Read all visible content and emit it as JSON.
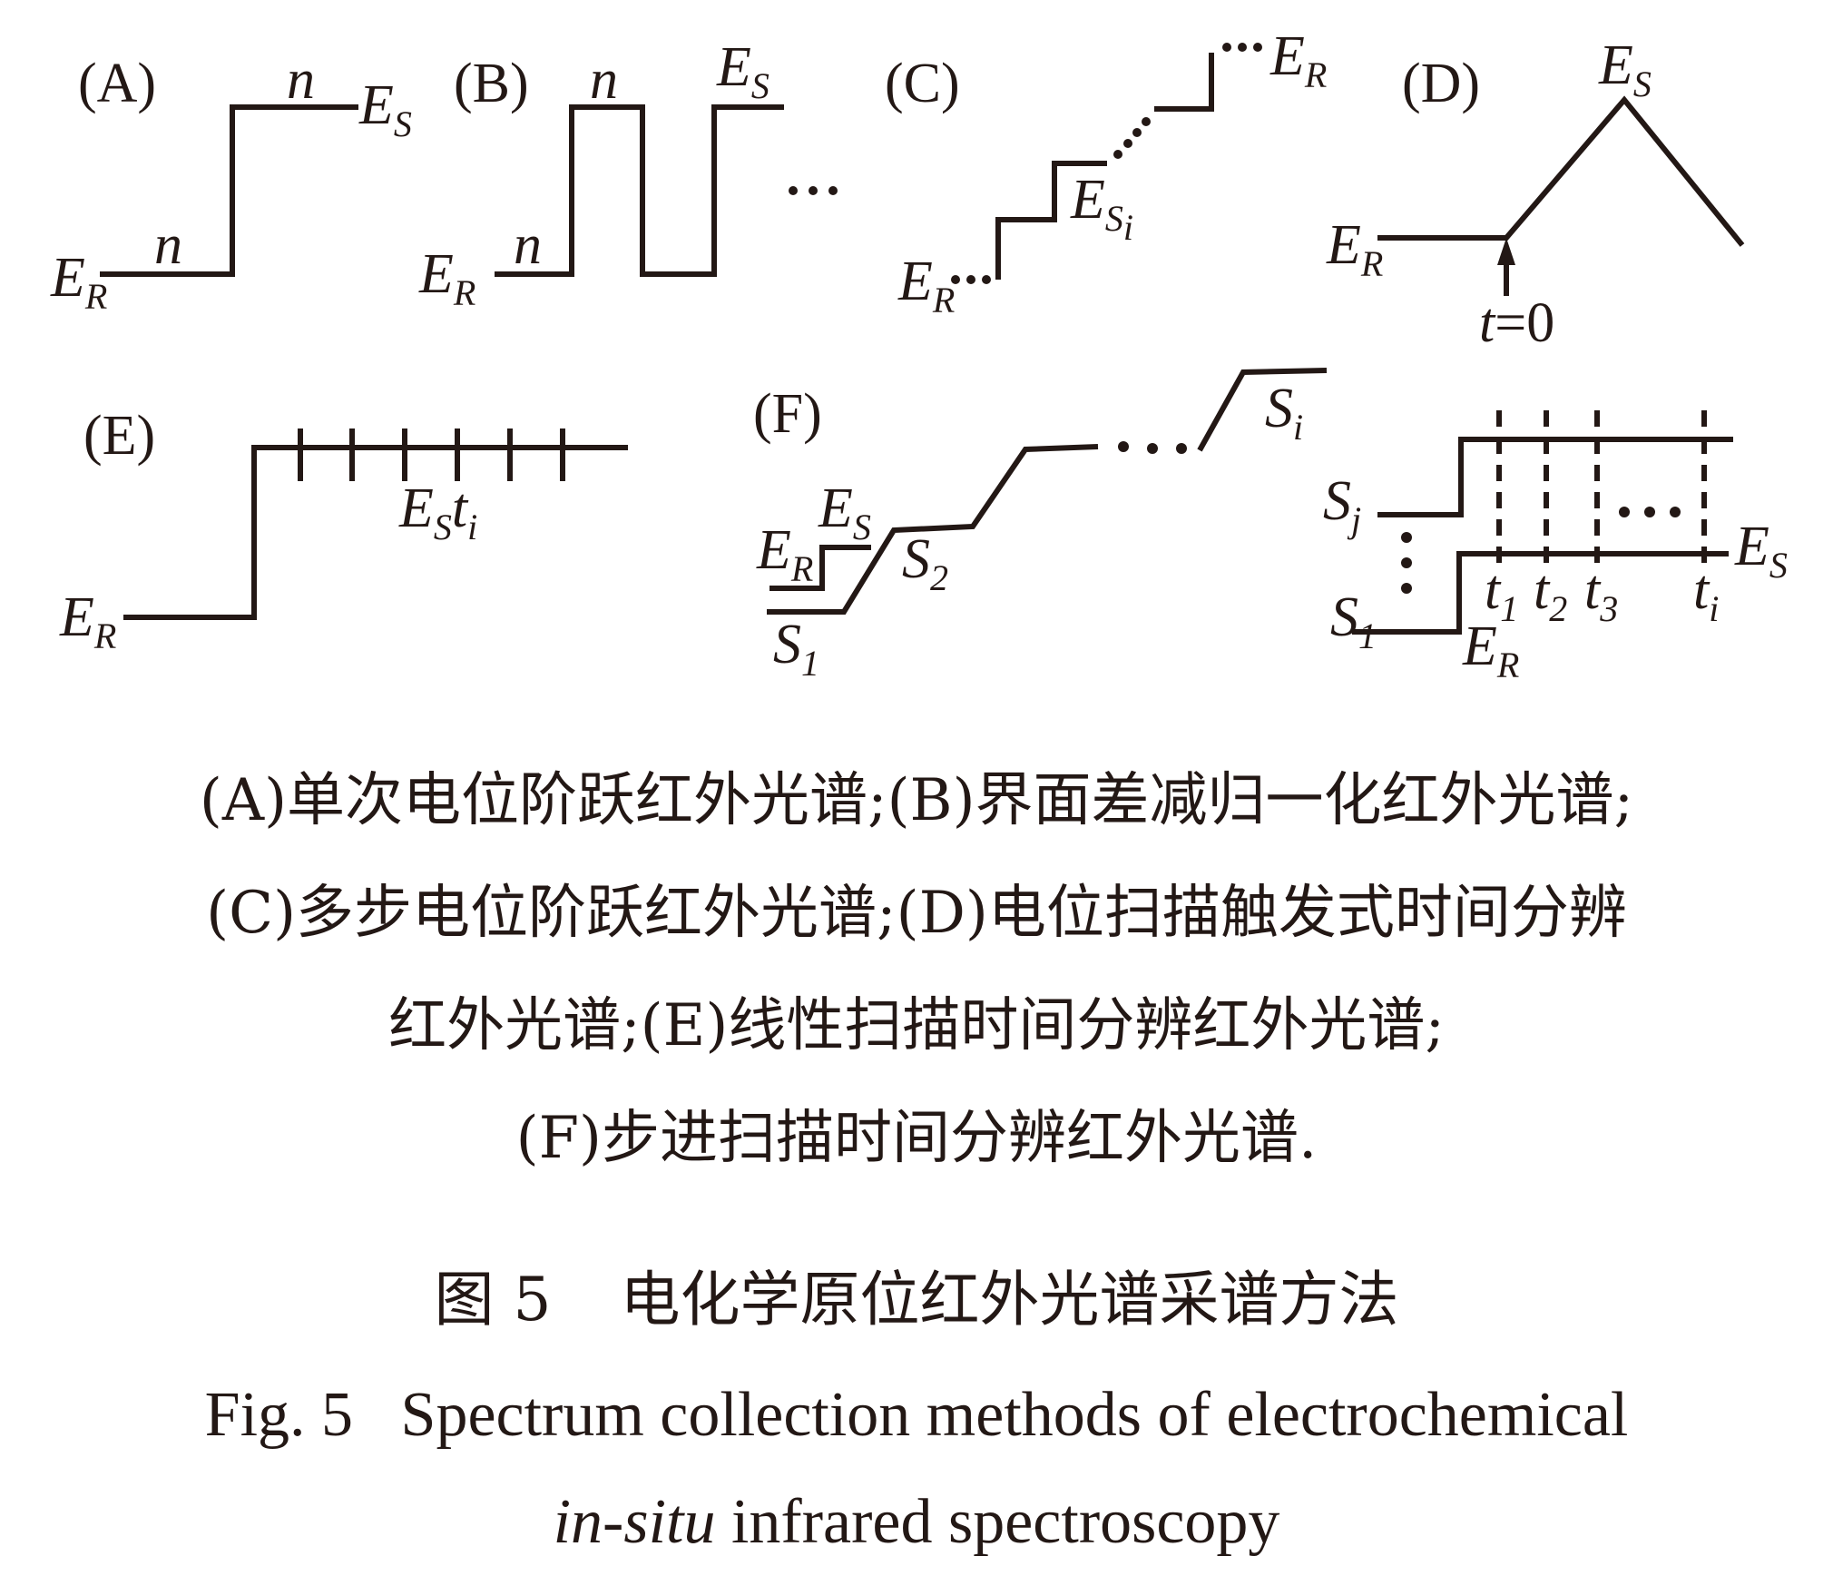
{
  "panels": {
    "A": {
      "label": "(A)",
      "n_top": "n",
      "n_bottom": "n",
      "es": "E",
      "es_sub": "S",
      "er": "E",
      "er_sub": "R"
    },
    "B": {
      "label": "(B)",
      "n_top": "n",
      "n_bottom": "n",
      "es": "E",
      "es_sub": "S",
      "er": "E",
      "er_sub": "R",
      "dots": "···"
    },
    "C": {
      "label": "(C)",
      "er_top": "E",
      "er_top_sub": "R",
      "esi": "E",
      "esi_sub": "S",
      "esi_subsub": "i",
      "er_bottom": "E",
      "er_bottom_sub": "R"
    },
    "D": {
      "label": "(D)",
      "es": "E",
      "es_sub": "S",
      "er": "E",
      "er_sub": "R",
      "t_var": "t",
      "t_eq": "=0"
    },
    "E": {
      "label": "(E)",
      "es": "E",
      "es_sub": "S",
      "ti": "t",
      "ti_sub": "i",
      "er": "E",
      "er_sub": "R"
    },
    "F": {
      "label": "(F)",
      "es": "E",
      "es_sub": "S",
      "er": "E",
      "er_sub": "R",
      "s1": "S",
      "s1_sub": "1",
      "s2": "S",
      "s2_sub": "2",
      "si": "S",
      "si_sub": "i",
      "sj": "S",
      "sj_sub": "j",
      "s1b": "S",
      "s1b_sub": "1",
      "es2": "E",
      "es2_sub": "S",
      "er2": "E",
      "er2_sub": "R",
      "t1": "t",
      "t1_sub": "1",
      "t2": "t",
      "t2_sub": "2",
      "t3": "t",
      "t3_sub": "3",
      "ti": "t",
      "ti_sub": "i"
    }
  },
  "description": [
    "(A)单次电位阶跃红外光谱;(B)界面差减归一化红外光谱;",
    "(C)多步电位阶跃红外光谱;(D)电位扫描触发式时间分辨",
    "红外光谱;(E)线性扫描时间分辨红外光谱;",
    "(F)步进扫描时间分辨红外光谱."
  ],
  "figure_title": {
    "cn_number": "图 5",
    "cn_text": "电化学原位红外光谱采谱方法",
    "en_line1": "Fig. 5   Spectrum collection methods of electrochemical",
    "en_insitu": "in-situ",
    "en_line2_rest": " infrared spectroscopy"
  },
  "colors": {
    "ink": "#231815",
    "background": "#ffffff"
  }
}
